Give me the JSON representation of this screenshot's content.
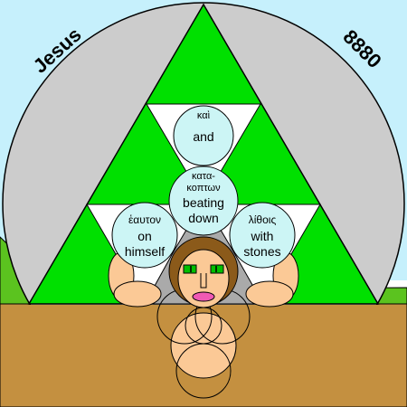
{
  "corner_left": "Jesus",
  "corner_right": "8880",
  "words": [
    {
      "greek": "καὶ",
      "english": [
        "and"
      ]
    },
    {
      "greek": [
        "κατα-",
        "κοπτων"
      ],
      "english": [
        "beating",
        "down"
      ]
    },
    {
      "greek": "ἑαυτον",
      "english": [
        "on",
        "himself"
      ]
    },
    {
      "greek": "λίθοις",
      "english": [
        "with",
        "stones"
      ]
    }
  ],
  "colors": {
    "sky": "#c6f0fc",
    "grass": "#5bc31f",
    "soil": "#c49040",
    "disc": "#cccccc",
    "triangle": "#00e000",
    "bubble": "#ccf5f5",
    "skin": "#fbc996",
    "hair": "#8b5a1a",
    "eyes": "#00c000",
    "lips": "#f05ab4"
  }
}
